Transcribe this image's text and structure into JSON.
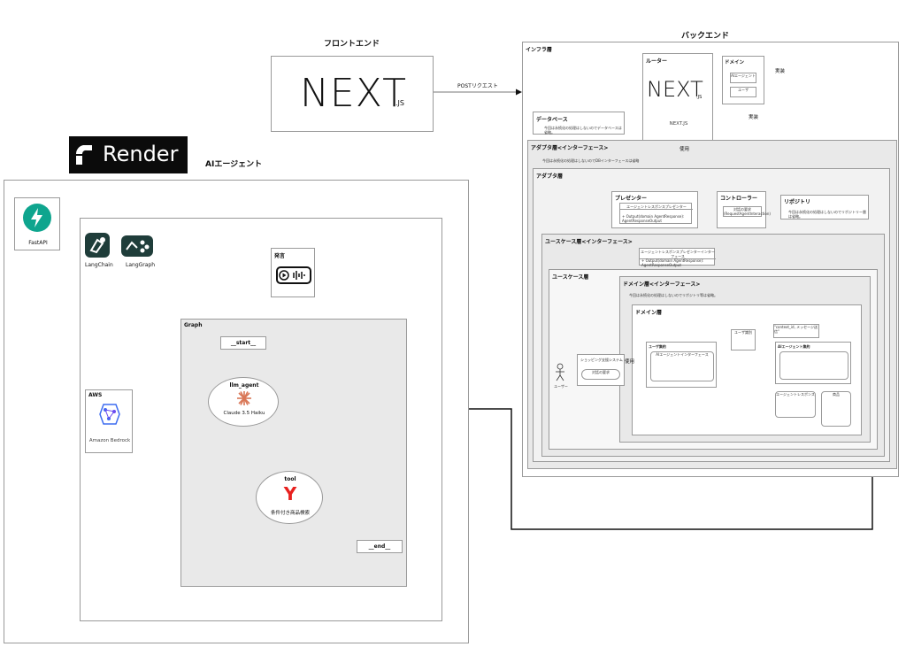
{
  "frontend": {
    "heading": "フロントエンド",
    "logo_main": "NEXT",
    "logo_sub": ".JS"
  },
  "backend": {
    "heading": "バックエンド"
  },
  "render": {
    "logo_text": "Render"
  },
  "ai_agent": {
    "heading": "AIエージェント"
  },
  "arrows": {
    "post_request": "POSTリクエスト",
    "use_1": "使用",
    "use_2": "使用",
    "use_3": "使用",
    "impl_1": "実装",
    "impl_2": "実装",
    "impl_3": "実装"
  },
  "left": {
    "fastapi": "FastAPI",
    "langchain": "LangChain",
    "langgraph": "LangGraph",
    "aws": {
      "title": "AWS",
      "label": "Amazon Bedrock"
    },
    "speech": {
      "title": "発言"
    },
    "graph": {
      "title": "Graph",
      "start": "__start__",
      "llm_agent": "llm_agent",
      "llm_model": "Claude 3.5 Haiku",
      "tool": "tool",
      "tool_desc": "条件付き商品検索",
      "end": "__end__"
    }
  },
  "backend_boxes": {
    "infra_title": "インフラ層",
    "router_title": "ルーター",
    "router_logo_main": "NEXT",
    "router_logo_sub": ".JS",
    "router_caption": "NEXT.JS",
    "domain_title": "ドメイン",
    "domain_item1": "AIエージェント",
    "domain_item2": "ユーザ",
    "db_title": "データベース",
    "db_desc": "今回は永続化の処理はしないのでデータベースは省略。",
    "adapter_if_title": "アダプタ層<インターフェース>",
    "adapter_if_desc": "今回は永続化の処理はしないのでDBインターフェースは省略",
    "adapter_title": "アダプタ層",
    "presenter_title": "プレゼンター",
    "presenter_name": "エージェントレスポンスプレゼンター",
    "presenter_method": "+ Output(domain AgentResponse): AgentResponseOutput",
    "controller_title": "コントローラー",
    "controller_desc": "対話の要求 (RequestAgentInteraction)",
    "repository_title": "リポジトリ",
    "repository_desc": "今回は永続化の処理はしないのでリポジトリー層は省略。",
    "usecase_if_title": "ユースケース層<インターフェース>",
    "usecase_if_name": "エージェントレスポンスプレゼンターインターフェース",
    "usecase_if_method": "+ Output(domain AgentResponse): AgentResponseOutput",
    "usecase_title": "ユースケース層",
    "domain_if_title": "ドメイン層<インターフェース>",
    "domain_if_desc": "今回は永続化の処理はしないのでリポジトリ等は省略。",
    "domain_layer_title": "ドメイン層",
    "shopping_system": "ショッピング支援システム",
    "dialog_request": "対話の要求",
    "actor": "ユーザー",
    "user_id_note": "ユーザ識別",
    "context_note": "\"context_id, メッセージ送信\"",
    "user_entity": "ユーザ集約",
    "agent_if": "AIエージェントインターフェース",
    "agent_entity": "AIエージェント集約",
    "agent_response": "エージェントレスポンス",
    "product": "商品"
  }
}
